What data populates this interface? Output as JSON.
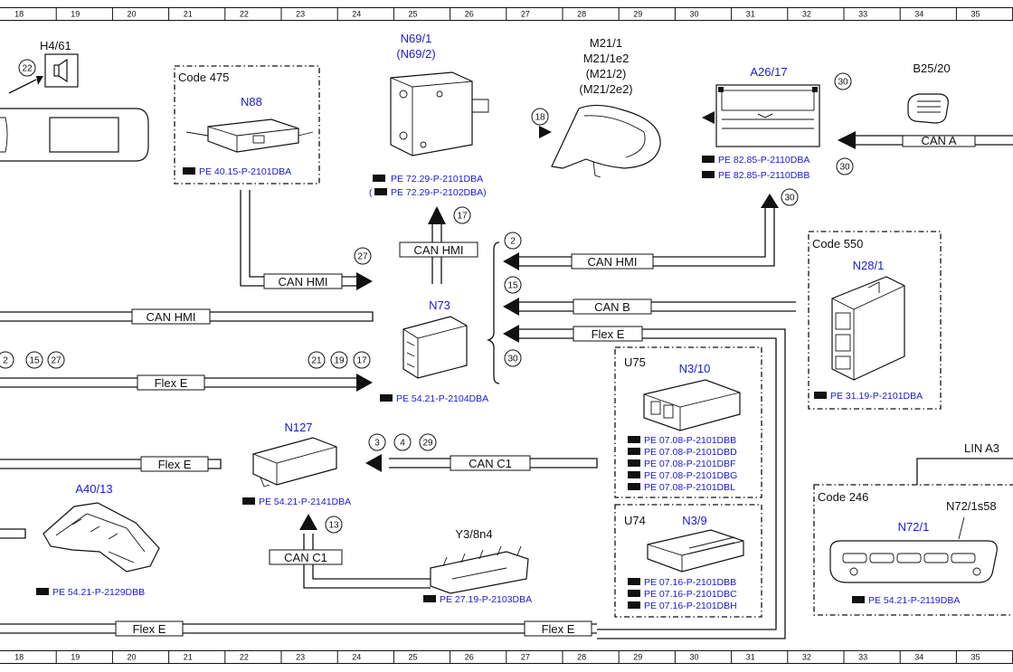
{
  "ruler": {
    "ticks": [
      "18",
      "19",
      "20",
      "21",
      "22",
      "23",
      "24",
      "25",
      "26",
      "27",
      "28",
      "29",
      "30",
      "31",
      "32",
      "33",
      "34",
      "35"
    ]
  },
  "components": {
    "h4_61": {
      "id": "H4/61"
    },
    "n88": {
      "code": "Code 475",
      "id": "N88",
      "ref": "PE 40.15-P-2101DBA"
    },
    "n69_1": {
      "id": "N69/1",
      "alt": "(N69/2)",
      "ref1": "PE 72.29-P-2101DBA",
      "ref2_open": "(",
      "ref2": "PE 72.29-P-2102DBA)"
    },
    "m21_1": {
      "line1": "M21/1",
      "line2": "M21/1e2",
      "line3": "(M21/2)",
      "line4": "(M21/2e2)"
    },
    "a26_17": {
      "id": "A26/17",
      "ref1": "PE 82.85-P-2110DBA",
      "ref2": "PE 82.85-P-2110DBB"
    },
    "b25_20": {
      "id": "B25/20"
    },
    "n73": {
      "id": "N73",
      "ref": "PE 54.21-P-2104DBA"
    },
    "n28_1": {
      "code": "Code 550",
      "id": "N28/1",
      "ref": "PE 31.19-P-2101DBA"
    },
    "u75": {
      "group": "U75",
      "id": "N3/10",
      "refs": [
        "PE 07.08-P-2101DBB",
        "PE 07.08-P-2101DBD",
        "PE 07.08-P-2101DBF",
        "PE 07.08-P-2101DBG",
        "PE 07.08-P-2101DBL"
      ]
    },
    "u74": {
      "group": "U74",
      "id": "N3/9",
      "refs": [
        "PE 07.16-P-2101DBB",
        "PE 07.16-P-2101DBC",
        "PE 07.16-P-2101DBH"
      ]
    },
    "n127": {
      "id": "N127",
      "ref": "PE 54.21-P-2141DBA"
    },
    "a40_13": {
      "id": "A40/13",
      "ref": "PE 54.21-P-2129DBB"
    },
    "y3_8n4": {
      "id": "Y3/8n4",
      "ref": "PE 27.19-P-2103DBA"
    },
    "n72_1": {
      "code": "Code 246",
      "id": "N72/1",
      "switch": "N72/1s58",
      "ref": "PE 54.21-P-2119DBA"
    }
  },
  "buses": {
    "can_a": "CAN A",
    "can_hmi": "CAN HMI",
    "can_b": "CAN B",
    "flex_e": "Flex E",
    "can_c1": "CAN C1",
    "lin_a3": "LIN A3"
  },
  "markers": {
    "m22": "22",
    "m30": "30",
    "m18": "18",
    "m17": "17",
    "m27": "27",
    "m2": "2",
    "m15": "15",
    "m21": "21",
    "m19": "19",
    "m3": "3",
    "m4": "4",
    "m29": "29",
    "m13": "13"
  }
}
